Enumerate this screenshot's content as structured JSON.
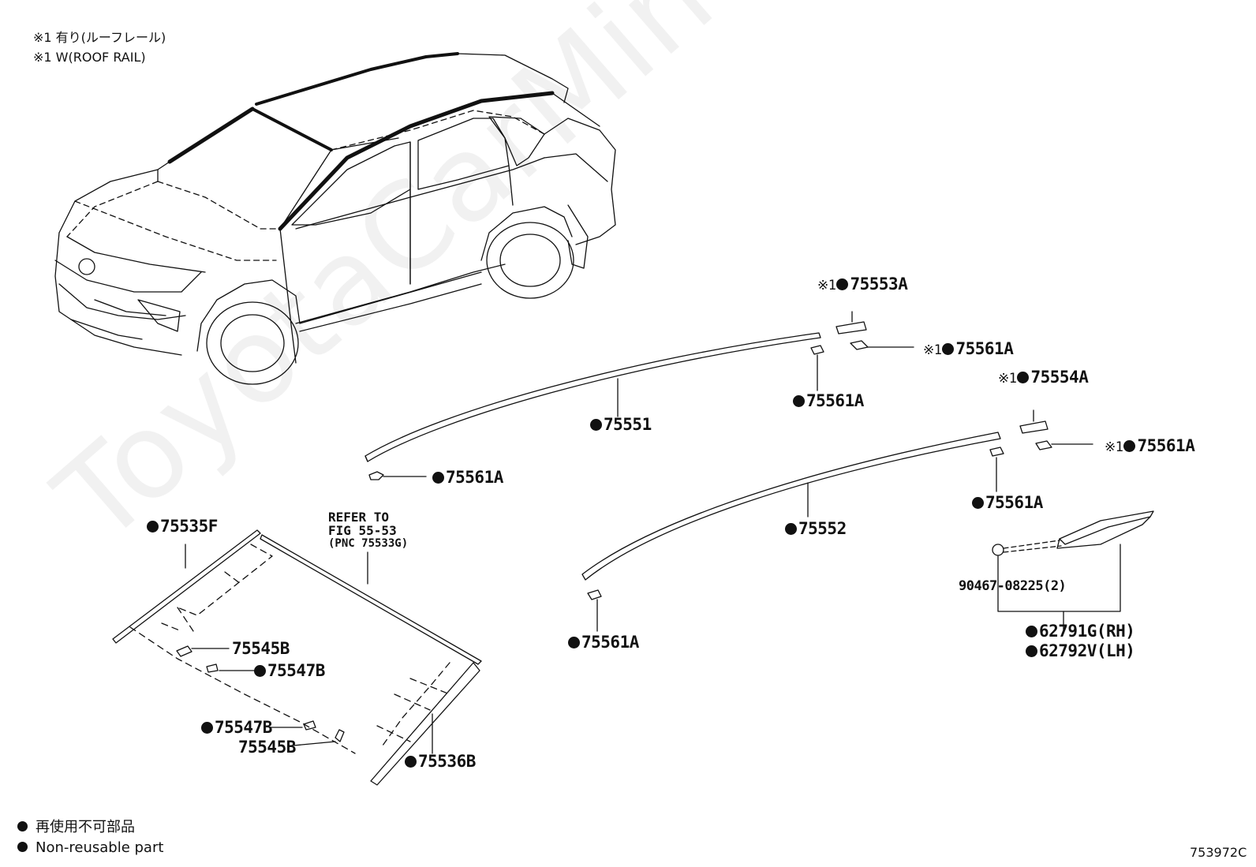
{
  "notes": {
    "line1": "※1 有り(ルーフレール)",
    "line2": "※1 W(ROOF RAIL)"
  },
  "marks": {
    "note_mark": "※1"
  },
  "labels": {
    "p75553A": "75553A",
    "p75561A_top_right": "75561A",
    "p75561A_mid": "75561A",
    "p75551": "75551",
    "p75561A_left": "75561A",
    "p75554A": "75554A",
    "p75561A_right": "75561A",
    "p75561A_right_low": "75561A",
    "p75552": "75552",
    "p75561A_bottom": "75561A",
    "p90467": "90467-08225(2)",
    "p62791G": "62791G(RH)",
    "p62792V": "62792V(LH)",
    "p75535F": "75535F",
    "p75545B_top": "75545B",
    "p75547B_top": "75547B",
    "p75547B_bottom": "75547B",
    "p75545B_bottom": "75545B",
    "p75536B": "75536B"
  },
  "refer": {
    "line1": "REFER TO",
    "line2": "FIG 55-53",
    "line3": "(PNC 75533G)"
  },
  "legend": {
    "jp": "再使用不可部品",
    "en": "Non-reusable part"
  },
  "figure_id": "753972C",
  "watermark": "ToyotaCarMine.ru"
}
